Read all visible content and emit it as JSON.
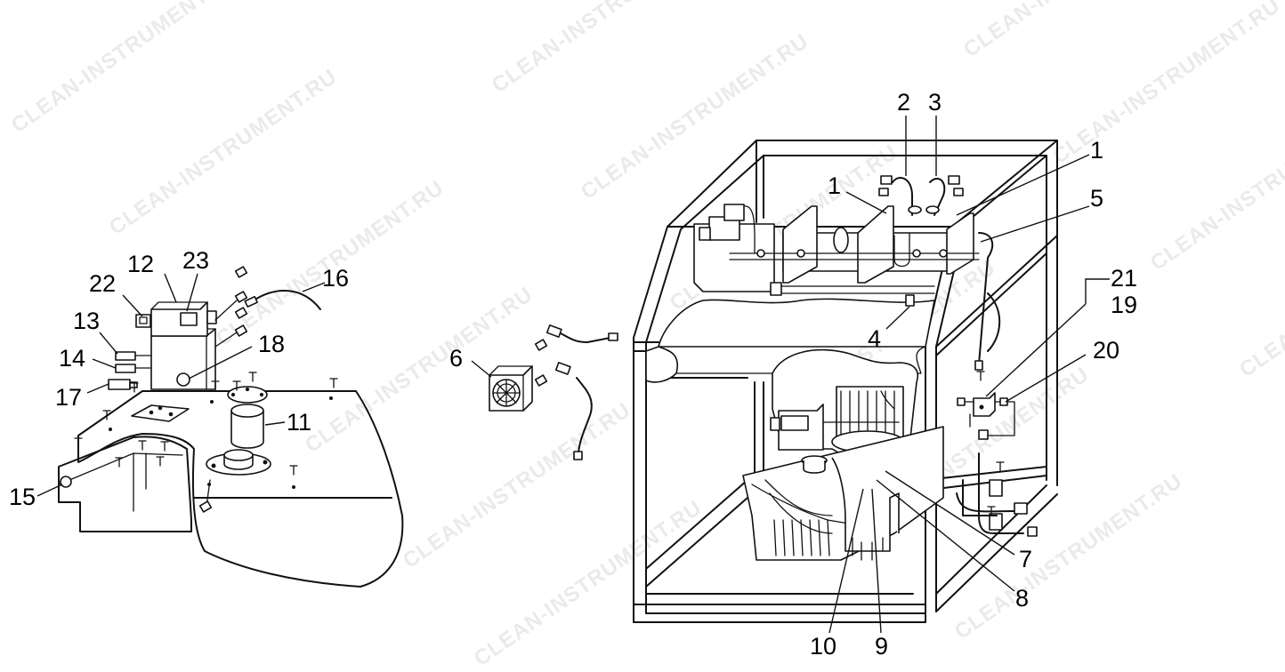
{
  "watermark": "CLEAN-INSTRUMENT.RU",
  "callouts": [
    {
      "id": "c1a",
      "text": "1"
    },
    {
      "id": "c1b",
      "text": "1"
    },
    {
      "id": "c2",
      "text": "2"
    },
    {
      "id": "c3",
      "text": "3"
    },
    {
      "id": "c4",
      "text": "4"
    },
    {
      "id": "c5",
      "text": "5"
    },
    {
      "id": "c6",
      "text": "6"
    },
    {
      "id": "c7",
      "text": "7"
    },
    {
      "id": "c8",
      "text": "8"
    },
    {
      "id": "c9",
      "text": "9"
    },
    {
      "id": "c10",
      "text": "10"
    },
    {
      "id": "c11",
      "text": "11"
    },
    {
      "id": "c12",
      "text": "12"
    },
    {
      "id": "c13",
      "text": "13"
    },
    {
      "id": "c14",
      "text": "14"
    },
    {
      "id": "c15",
      "text": "15"
    },
    {
      "id": "c16",
      "text": "16"
    },
    {
      "id": "c17",
      "text": "17"
    },
    {
      "id": "c18",
      "text": "18"
    },
    {
      "id": "c19",
      "text": "19"
    },
    {
      "id": "c20",
      "text": "20"
    },
    {
      "id": "c21",
      "text": "21"
    },
    {
      "id": "c22",
      "text": "22"
    },
    {
      "id": "c23",
      "text": "23"
    }
  ],
  "colors": {
    "line": "#111111",
    "background": "#ffffff"
  }
}
